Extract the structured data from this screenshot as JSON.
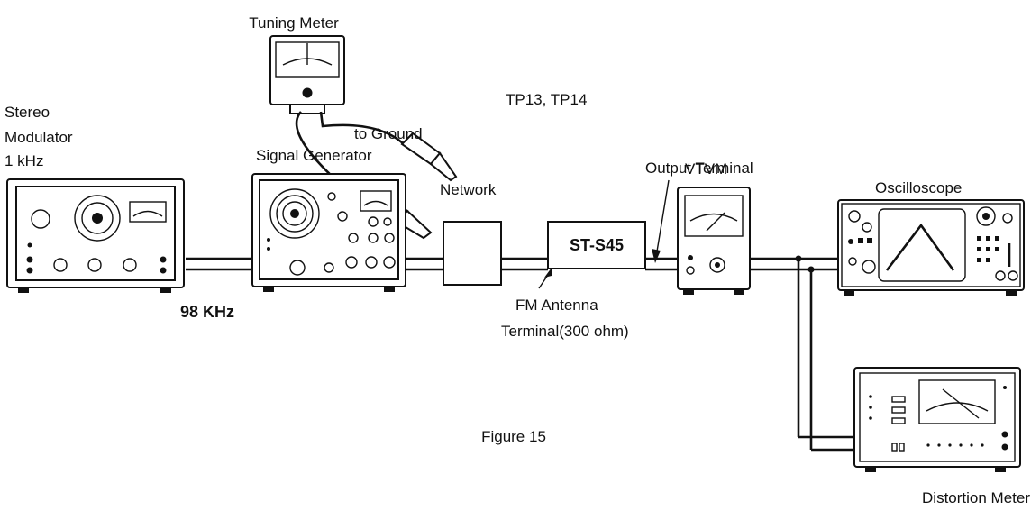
{
  "diagram": {
    "tuning_meter": "Tuning Meter",
    "tp_label": "TP13, TP14",
    "ground_label": "to Ground",
    "output_terminal": "Output Terminal",
    "stereo_modulator": [
      "Stereo",
      "Modulator",
      "1 kHz"
    ],
    "signal_generator": "Signal Generator",
    "network": "Network",
    "dut": "ST-S45",
    "vtvm": "VTVM",
    "oscilloscope": "Oscilloscope",
    "distortion_meter": "Distortion Meter",
    "frequency": "98 KHz",
    "antenna_terminal": [
      "FM Antenna",
      "Terminal(300 ohm)"
    ],
    "figure_caption": "Figure 15"
  }
}
